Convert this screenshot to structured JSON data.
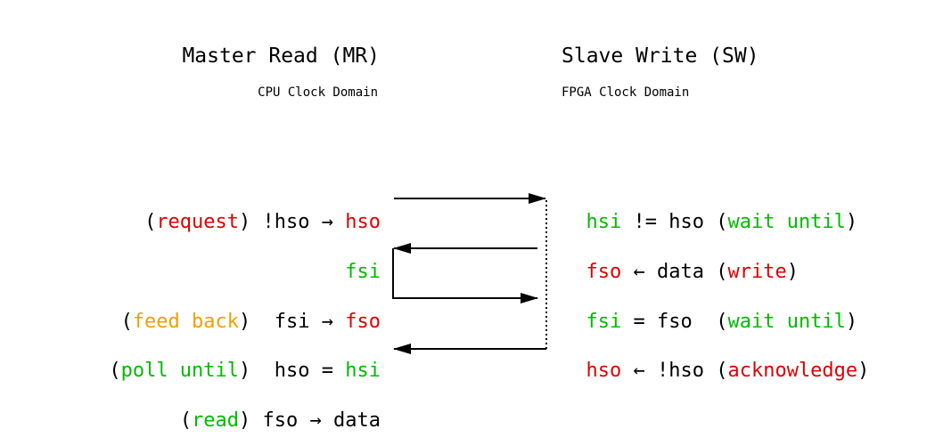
{
  "left_header": {
    "title": "Master Read (MR)",
    "subtitle": "CPU Clock Domain"
  },
  "right_header": {
    "title": "Slave Write (SW)",
    "subtitle": "FPGA Clock Domain"
  },
  "left_lines": [
    {
      "paren_open": "(",
      "tag": "request",
      "paren_close": ")",
      "text": " !hso → ",
      "var": "hso"
    },
    {
      "var": "fsi"
    },
    {
      "paren_open": "(",
      "tag": "feed back",
      "paren_close": ")",
      "text": "  fsi → ",
      "var": "fso"
    },
    {
      "paren_open": "(",
      "tag": "poll until",
      "paren_close": ")",
      "text": "  hso = ",
      "var": "hsi"
    },
    {
      "paren_open": "(",
      "tag": "read",
      "paren_close": ")",
      "text": " fso → data"
    }
  ],
  "right_lines": [
    {
      "var": "hsi",
      "text": " != hso (",
      "tag": "wait until",
      "paren_close": ")"
    },
    {
      "var": "fso",
      "text": " ← data (",
      "tag": "write",
      "paren_close": ")"
    },
    {
      "var": "fsi",
      "text": " = fso  (",
      "tag": "wait until",
      "paren_close": ")"
    },
    {
      "var": "hso",
      "text": " ← !hso (",
      "tag": "acknowledge",
      "paren_close": ")"
    }
  ],
  "colors": {
    "red": "#e00000",
    "green": "#00bb00",
    "orange": "#f0a000",
    "black": "#000000"
  }
}
